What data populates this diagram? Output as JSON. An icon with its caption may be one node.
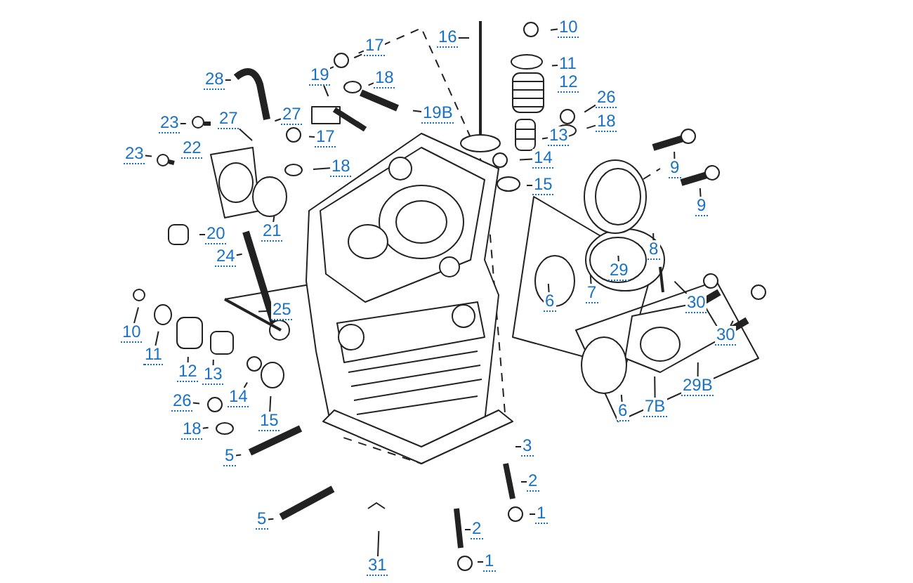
{
  "diagram": {
    "nodes": [
      {
        "text": [
          "16"
        ]
      },
      {
        "text": [
          "10"
        ]
      },
      {
        "text": [
          "17"
        ]
      },
      {
        "text": [
          "11"
        ]
      },
      {
        "text": [
          "19"
        ]
      },
      {
        "text": [
          "18"
        ]
      },
      {
        "text": [
          "28"
        ]
      },
      {
        "text": [
          "12"
        ]
      },
      {
        "text": [
          "26"
        ]
      },
      {
        "text": [
          "18"
        ]
      },
      {
        "text": [
          "19B"
        ]
      },
      {
        "text": [
          "27"
        ]
      },
      {
        "text": [
          "27"
        ]
      },
      {
        "text": [
          "23"
        ]
      },
      {
        "text": [
          "22"
        ]
      },
      {
        "text": [
          "17"
        ]
      },
      {
        "text": [
          "13"
        ]
      },
      {
        "text": [
          "23"
        ]
      },
      {
        "text": [
          "18"
        ]
      },
      {
        "text": [
          "14"
        ]
      },
      {
        "text": [
          "9"
        ]
      },
      {
        "text": [
          "15"
        ]
      },
      {
        "text": [
          "9"
        ]
      },
      {
        "text": [
          "21"
        ]
      },
      {
        "text": [
          "20"
        ]
      },
      {
        "text": [
          "24"
        ]
      },
      {
        "text": [
          "8"
        ]
      },
      {
        "text": [
          "6"
        ]
      },
      {
        "text": [
          "7"
        ]
      },
      {
        "text": [
          "29"
        ]
      },
      {
        "text": [
          "10"
        ]
      },
      {
        "text": [
          "25"
        ]
      },
      {
        "text": [
          "30"
        ]
      },
      {
        "text": [
          "11"
        ]
      },
      {
        "text": [
          "12"
        ]
      },
      {
        "text": [
          "13"
        ]
      },
      {
        "text": [
          "30"
        ]
      },
      {
        "text": [
          "14"
        ]
      },
      {
        "text": [
          "26"
        ]
      },
      {
        "text": [
          "15"
        ]
      },
      {
        "text": [
          "29B"
        ]
      },
      {
        "text": [
          "6"
        ]
      },
      {
        "text": [
          "7B"
        ]
      },
      {
        "text": [
          "18"
        ]
      },
      {
        "text": [
          "5"
        ]
      },
      {
        "text": [
          "3"
        ]
      },
      {
        "text": [
          "2"
        ]
      },
      {
        "text": [
          "1"
        ]
      },
      {
        "text": [
          "5"
        ]
      },
      {
        "text": [
          "2"
        ]
      },
      {
        "text": [
          "1"
        ]
      },
      {
        "text": [
          "31"
        ]
      }
    ],
    "edges": [
      {
        "from": 0,
        "to": null,
        "arrow": "none"
      },
      {
        "from": 1,
        "to": null,
        "arrow": "none"
      },
      {
        "from": 2,
        "to": null,
        "arrow": "none"
      },
      {
        "from": 3,
        "to": null,
        "arrow": "none"
      },
      {
        "from": 4,
        "to": null,
        "arrow": "none"
      },
      {
        "from": 5,
        "to": null,
        "arrow": "none"
      },
      {
        "from": 6,
        "to": null,
        "arrow": "none"
      },
      {
        "from": 8,
        "to": null,
        "arrow": "none"
      },
      {
        "from": 9,
        "to": null,
        "arrow": "none"
      },
      {
        "from": 10,
        "to": null,
        "arrow": "none"
      },
      {
        "from": 11,
        "to": null,
        "arrow": "none"
      },
      {
        "from": 12,
        "to": null,
        "arrow": "none"
      },
      {
        "from": 13,
        "to": null,
        "arrow": "none"
      },
      {
        "from": 15,
        "to": null,
        "arrow": "none"
      },
      {
        "from": 16,
        "to": null,
        "arrow": "none"
      },
      {
        "from": 17,
        "to": null,
        "arrow": "none"
      },
      {
        "from": 18,
        "to": null,
        "arrow": "none"
      },
      {
        "from": 19,
        "to": null,
        "arrow": "none"
      },
      {
        "from": 20,
        "to": null,
        "arrow": "none"
      },
      {
        "from": 21,
        "to": null,
        "arrow": "none"
      },
      {
        "from": 22,
        "to": null,
        "arrow": "none"
      },
      {
        "from": 23,
        "to": null,
        "arrow": "none"
      },
      {
        "from": 24,
        "to": null,
        "arrow": "none"
      },
      {
        "from": 25,
        "to": null,
        "arrow": "none"
      },
      {
        "from": 26,
        "to": null,
        "arrow": "none"
      },
      {
        "from": 27,
        "to": null,
        "arrow": "none"
      },
      {
        "from": 28,
        "to": null,
        "arrow": "none"
      },
      {
        "from": 29,
        "to": null,
        "arrow": "none"
      },
      {
        "from": 30,
        "to": null,
        "arrow": "none"
      },
      {
        "from": 31,
        "to": null,
        "arrow": "none"
      },
      {
        "from": 32,
        "to": null,
        "arrow": "none"
      },
      {
        "from": 33,
        "to": null,
        "arrow": "none"
      },
      {
        "from": 34,
        "to": null,
        "arrow": "none"
      },
      {
        "from": 35,
        "to": null,
        "arrow": "none"
      },
      {
        "from": 36,
        "to": null,
        "arrow": "none"
      },
      {
        "from": 37,
        "to": null,
        "arrow": "none"
      },
      {
        "from": 38,
        "to": null,
        "arrow": "none"
      },
      {
        "from": 39,
        "to": null,
        "arrow": "none"
      },
      {
        "from": 40,
        "to": null,
        "arrow": "none"
      },
      {
        "from": 41,
        "to": null,
        "arrow": "none"
      },
      {
        "from": 42,
        "to": null,
        "arrow": "none"
      },
      {
        "from": 43,
        "to": null,
        "arrow": "none"
      },
      {
        "from": 44,
        "to": null,
        "arrow": "none"
      },
      {
        "from": 45,
        "to": null,
        "arrow": "none"
      },
      {
        "from": 46,
        "to": null,
        "arrow": "none"
      },
      {
        "from": 47,
        "to": null,
        "arrow": "none"
      },
      {
        "from": 48,
        "to": null,
        "arrow": "none"
      },
      {
        "from": 49,
        "to": null,
        "arrow": "none"
      },
      {
        "from": 50,
        "to": null,
        "arrow": "none"
      },
      {
        "from": 51,
        "to": null,
        "arrow": "none"
      }
    ]
  }
}
